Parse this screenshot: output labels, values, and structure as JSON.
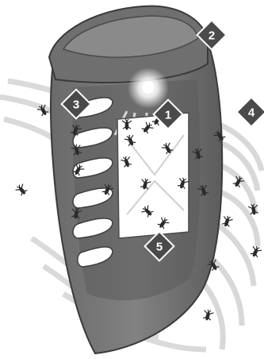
{
  "callouts": [
    {
      "id": "marker-1",
      "label": "1"
    },
    {
      "id": "marker-2",
      "label": "2"
    },
    {
      "id": "marker-3",
      "label": "3"
    },
    {
      "id": "marker-4",
      "label": "4"
    },
    {
      "id": "marker-5",
      "label": "5"
    }
  ],
  "colors": {
    "body_dark": "#5a5a5a",
    "body_mid": "#7b7b7b",
    "lid": "#6c6c6c",
    "marker_fill": "#4a4a4a",
    "slot_white": "#ffffff",
    "wave": "#d9d9d9",
    "insect": "#2b2b2b"
  }
}
